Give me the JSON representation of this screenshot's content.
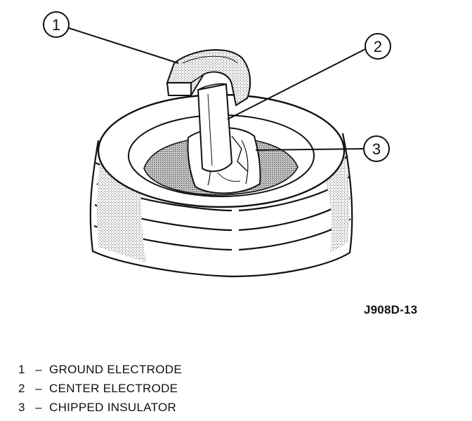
{
  "figure_id": "J908D-13",
  "callouts": [
    {
      "number": "1",
      "target": "ground-electrode"
    },
    {
      "number": "2",
      "target": "center-electrode"
    },
    {
      "number": "3",
      "target": "chipped-insulator"
    }
  ],
  "legend": [
    {
      "number": "1",
      "separator": "–",
      "text": "GROUND ELECTRODE"
    },
    {
      "number": "2",
      "separator": "–",
      "text": "CENTER ELECTRODE"
    },
    {
      "number": "3",
      "separator": "–",
      "text": "CHIPPED INSULATOR"
    }
  ]
}
